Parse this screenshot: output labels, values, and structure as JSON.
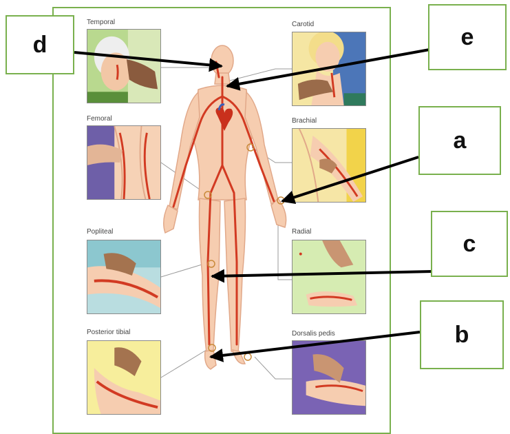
{
  "sites": {
    "temporal": "Temporal",
    "carotid": "Carotid",
    "femoral": "Femoral",
    "brachial": "Brachial",
    "popliteal": "Popliteal",
    "radial": "Radial",
    "posterior_tibial": "Posterior tibial",
    "dorsalis_pedis": "Dorsalis pedis"
  },
  "callouts": {
    "a": "a",
    "b": "b",
    "c": "c",
    "d": "d",
    "e": "e"
  },
  "colors": {
    "frame_border": "#79b04d",
    "artery": "#d23a22",
    "skin": "#f6cdb0",
    "arrow": "#000000"
  }
}
